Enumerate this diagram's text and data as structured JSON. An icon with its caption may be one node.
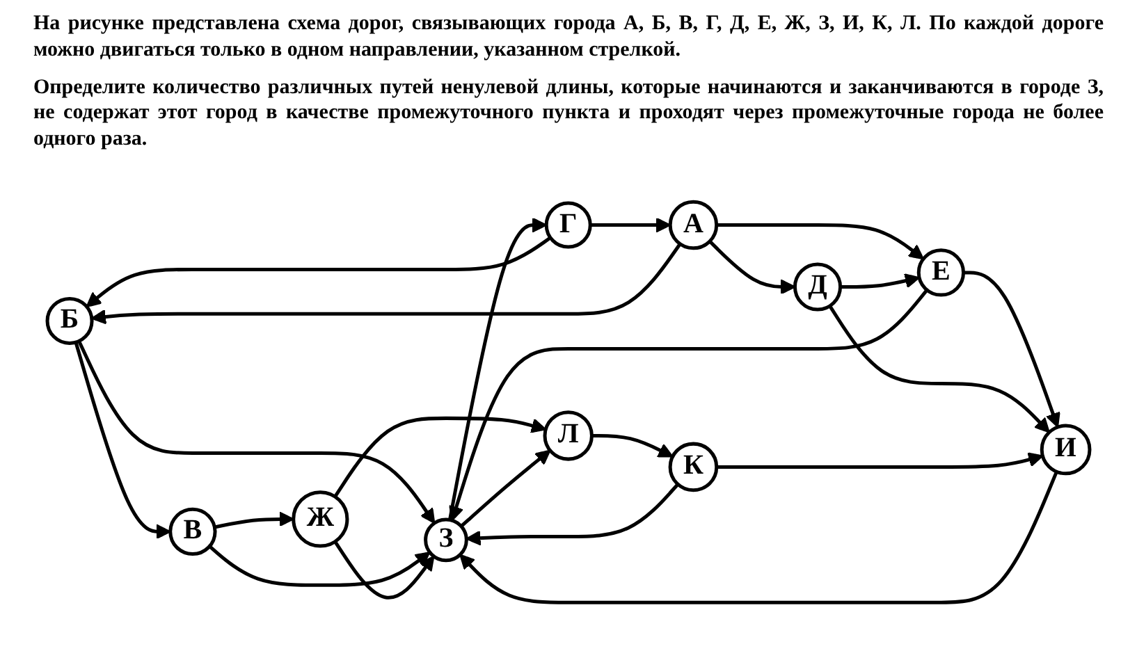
{
  "diagram": {
    "nodes": [
      {
        "text": [
          "Б"
        ]
      },
      {
        "text": [
          "В"
        ]
      },
      {
        "text": [
          "Ж"
        ]
      },
      {
        "text": [
          "А"
        ]
      },
      {
        "text": [
          "Г"
        ]
      },
      {
        "text": [
          "З"
        ]
      },
      {
        "text": [
          "Л"
        ]
      },
      {
        "text": [
          "Е"
        ]
      },
      {
        "text": [
          "И"
        ]
      },
      {
        "text": [
          "Д"
        ]
      },
      {
        "text": [
          "К"
        ]
      }
    ],
    "edges": [
      {
        "from": 3,
        "to": 0,
        "arrow": "to"
      },
      {
        "from": 0,
        "to": 1,
        "arrow": "to"
      },
      {
        "from": 1,
        "to": 2,
        "arrow": "to"
      },
      {
        "from": 4,
        "to": 0,
        "arrow": "to"
      },
      {
        "from": 0,
        "to": 5,
        "arrow": "to"
      },
      {
        "from": 1,
        "to": 5,
        "arrow": "to"
      },
      {
        "from": 2,
        "to": 5,
        "arrow": "to"
      },
      {
        "from": 2,
        "to": 6,
        "arrow": "to"
      },
      {
        "from": 5,
        "to": 4,
        "arrow": "to"
      },
      {
        "from": 4,
        "to": 3,
        "arrow": "to"
      },
      {
        "from": 5,
        "to": 6,
        "arrow": "to"
      },
      {
        "from": 3,
        "to": 7,
        "arrow": "to"
      },
      {
        "from": 3,
        "to": 9,
        "arrow": "to"
      },
      {
        "from": 9,
        "to": 7,
        "arrow": "to"
      },
      {
        "from": 7,
        "to": 5,
        "arrow": "to"
      },
      {
        "from": 7,
        "to": 8,
        "arrow": "to"
      },
      {
        "from": 9,
        "to": 8,
        "arrow": "to"
      },
      {
        "from": 8,
        "to": 5,
        "arrow": "to"
      },
      {
        "from": 10,
        "to": 5,
        "arrow": "to"
      },
      {
        "from": 6,
        "to": 10,
        "arrow": "to"
      },
      {
        "from": 10,
        "to": 8,
        "arrow": "to"
      }
    ],
    "labels": [
      "На рисунке представлена схема дорог, связывающих города А, Б, В, Г, Д, Е, Ж, З, И, К, Л. По каждой дороге можно двигаться только в одном направлении, указанном стрелкой.",
      "Определите количество различных путей ненулевой длины, которые начинаются и заканчиваются в городе З, не содержат этот город в качестве промежуточного пункта и проходят через промежуточные города не более одного раза."
    ]
  }
}
